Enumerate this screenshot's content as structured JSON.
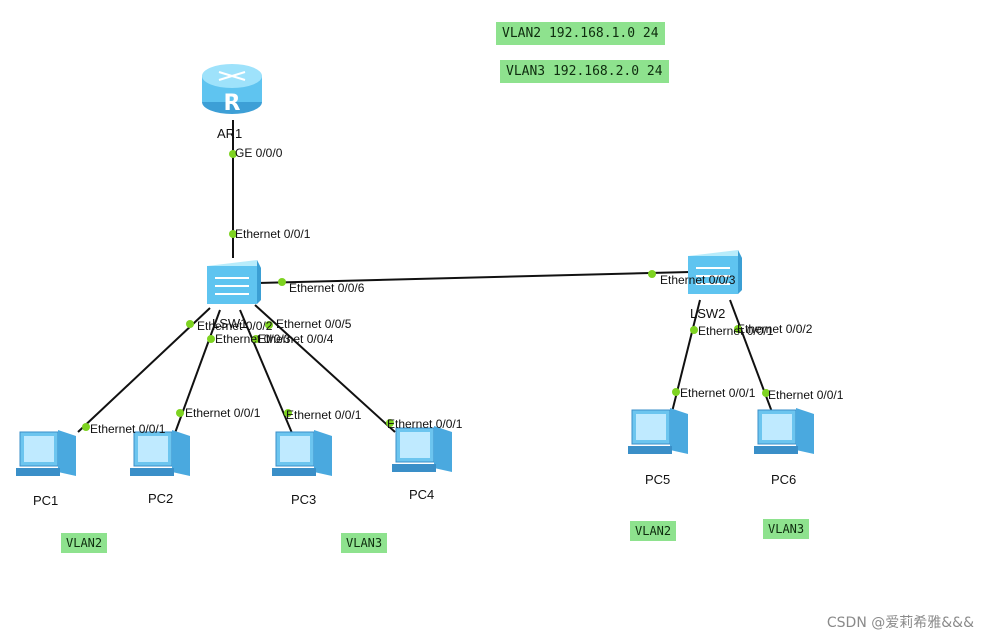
{
  "legend": {
    "vlan2": "VLAN2 192.168.1.0 24",
    "vlan3": "VLAN3 192.168.2.0 24"
  },
  "devices": {
    "ar1": "AR1",
    "lsw1": "LSW1",
    "lsw2": "LSW2",
    "pc1": "PC1",
    "pc2": "PC2",
    "pc3": "PC3",
    "pc4": "PC4",
    "pc5": "PC5",
    "pc6": "PC6"
  },
  "ports": {
    "ar1_ge": "GE 0/0/0",
    "lsw1_up": "Ethernet 0/0/1",
    "lsw1_e6": "Ethernet 0/0/6",
    "lsw2_e3": "Ethernet 0/0/3",
    "lsw1_e2": "Ethernet 0/0/2",
    "lsw1_e3": "Ethernet 0/0/3",
    "lsw1_e4": "Ethernet 0/0/4",
    "lsw1_e5": "Ethernet 0/0/5",
    "pc1_e": "Ethernet 0/0/1",
    "pc2_e": "Ethernet 0/0/1",
    "pc3_e": "Ethernet 0/0/1",
    "pc4_e": "Ethernet 0/0/1",
    "lsw2_e1": "Ethernet 0/0/1",
    "lsw2_e2": "Ethernet 0/0/2",
    "pc5_e": "Ethernet 0/0/1",
    "pc6_e": "Ethernet 0/0/1"
  },
  "vlan_tags": {
    "pc12": "VLAN2",
    "pc34": "VLAN3",
    "pc5": "VLAN2",
    "pc6": "VLAN3"
  },
  "watermark": "CSDN @爱莉希雅&&&",
  "colors": {
    "link": "#111111",
    "port_dot": "#7ed321",
    "tag_bg": "#8ee28e",
    "device": "#5fc4f0"
  }
}
